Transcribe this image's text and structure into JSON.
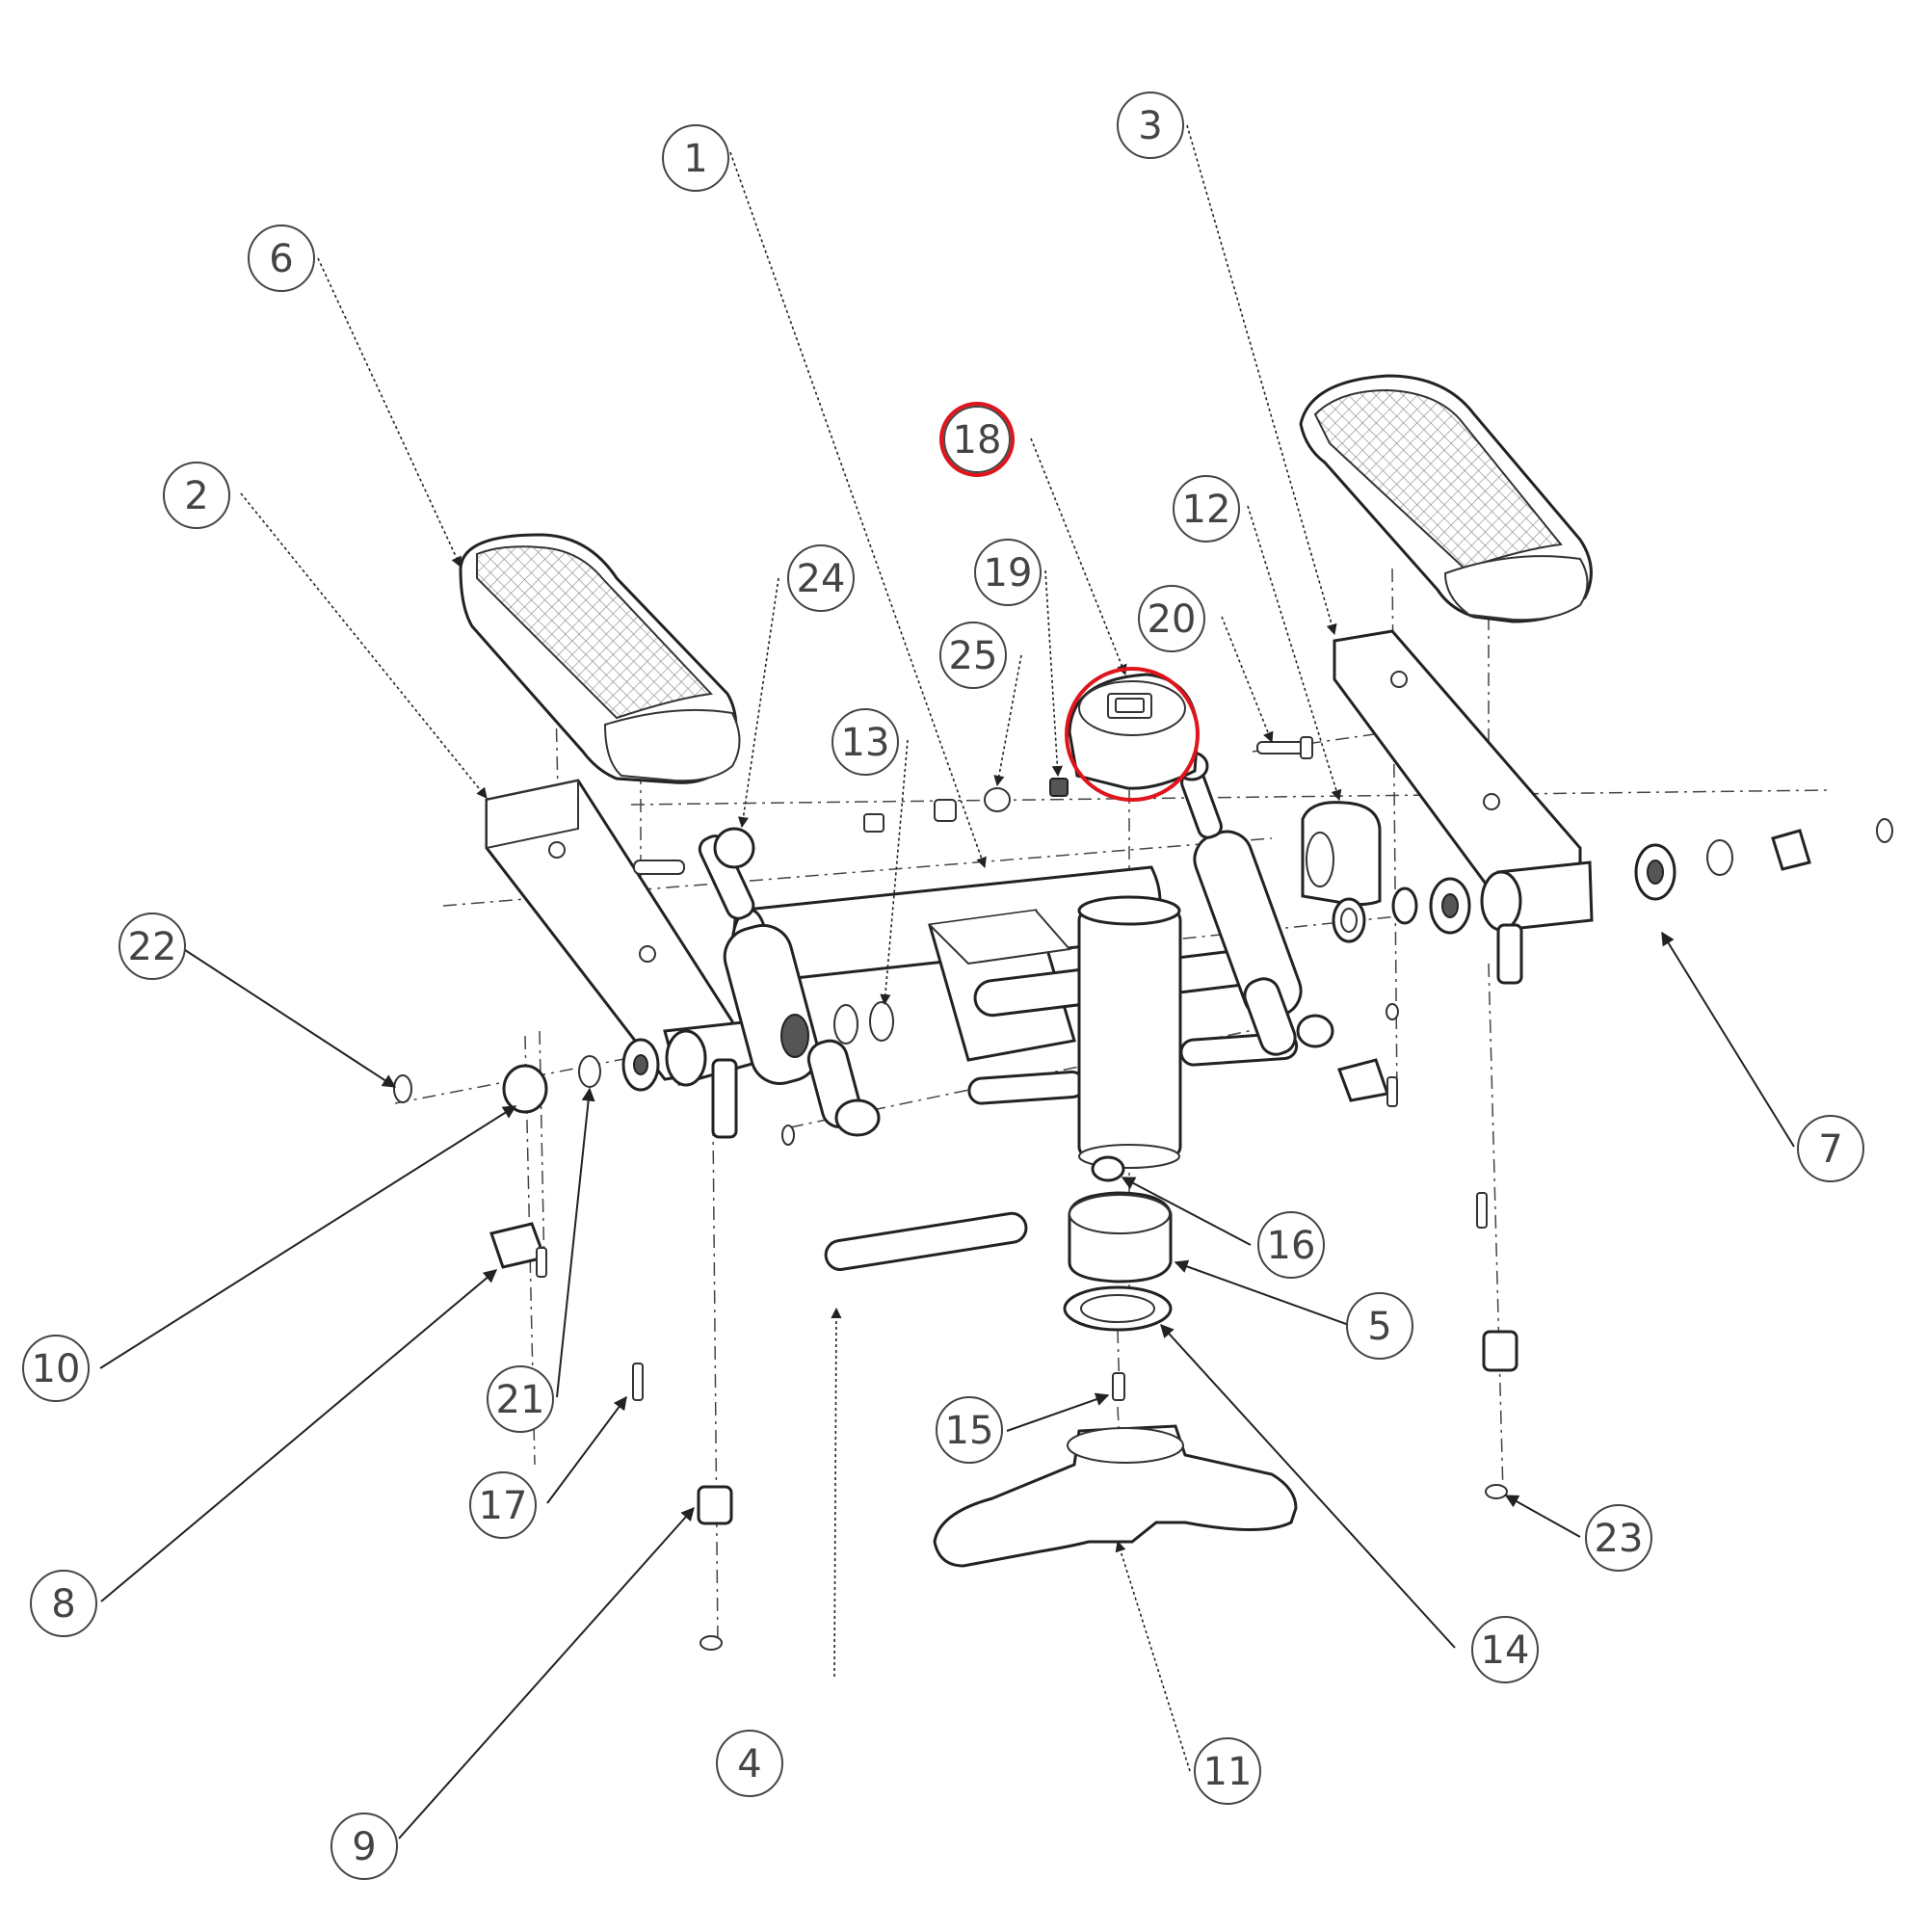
{
  "diagram": {
    "part_callouts": [
      {
        "id": "c1",
        "label": "1"
      },
      {
        "id": "c2",
        "label": "2"
      },
      {
        "id": "c3",
        "label": "3"
      },
      {
        "id": "c4",
        "label": "4"
      },
      {
        "id": "c5",
        "label": "5"
      },
      {
        "id": "c6",
        "label": "6"
      },
      {
        "id": "c7",
        "label": "7"
      },
      {
        "id": "c8",
        "label": "8"
      },
      {
        "id": "c9",
        "label": "9"
      },
      {
        "id": "c10",
        "label": "10"
      },
      {
        "id": "c11",
        "label": "11"
      },
      {
        "id": "c12",
        "label": "12"
      },
      {
        "id": "c13",
        "label": "13"
      },
      {
        "id": "c14",
        "label": "14"
      },
      {
        "id": "c15",
        "label": "15"
      },
      {
        "id": "c16",
        "label": "16"
      },
      {
        "id": "c17",
        "label": "17"
      },
      {
        "id": "c18",
        "label": "18"
      },
      {
        "id": "c19",
        "label": "19"
      },
      {
        "id": "c20",
        "label": "20"
      },
      {
        "id": "c21",
        "label": "21"
      },
      {
        "id": "c22",
        "label": "22"
      },
      {
        "id": "c23",
        "label": "23"
      },
      {
        "id": "c24",
        "label": "24"
      },
      {
        "id": "c25",
        "label": "25"
      }
    ],
    "highlighted_part": "18",
    "highlight_color": "#e0141c"
  }
}
